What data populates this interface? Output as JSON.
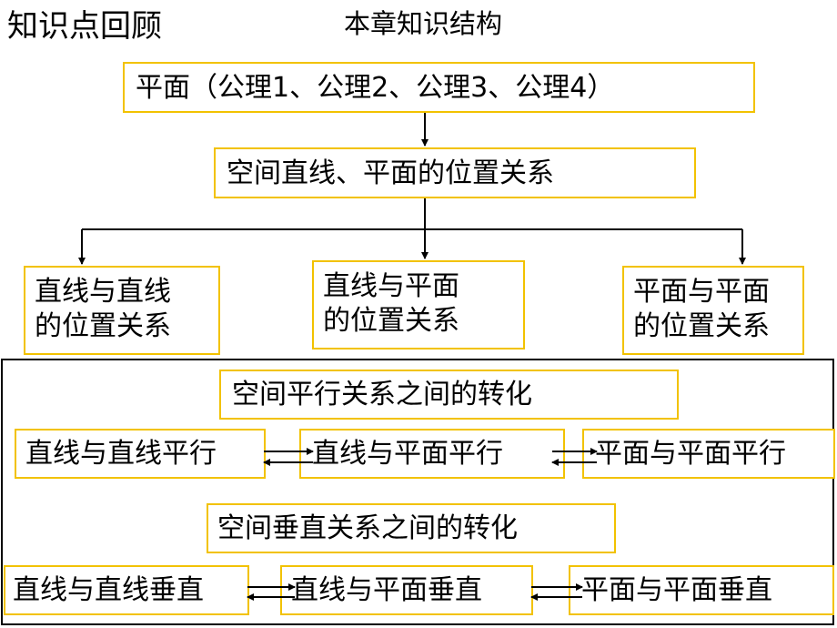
{
  "header": {
    "left_title": "知识点回顾",
    "center_title": "本章知识结构"
  },
  "top_box": {
    "label": "平面（公理1、公理2、公理3、公理4）"
  },
  "relation_box": {
    "label": "空间直线、平面的位置关系"
  },
  "categories": [
    {
      "line1": "直线与直线",
      "line2": "的位置关系"
    },
    {
      "line1": "直线与平面",
      "line2": "的位置关系"
    },
    {
      "line1": "平面与平面",
      "line2": "的位置关系"
    }
  ],
  "parallel": {
    "title": "空间平行关系之间的转化",
    "items": [
      "直线与直线平行",
      "直线与平面平行",
      "平面与平面平行"
    ]
  },
  "perpendicular": {
    "title": "空间垂直关系之间的转化",
    "items": [
      "直线与直线垂直",
      "直线与平面垂直",
      "平面与平面垂直"
    ]
  },
  "colors": {
    "box_border": "#f2c200",
    "frame_border": "#000000",
    "text": "#000000"
  }
}
